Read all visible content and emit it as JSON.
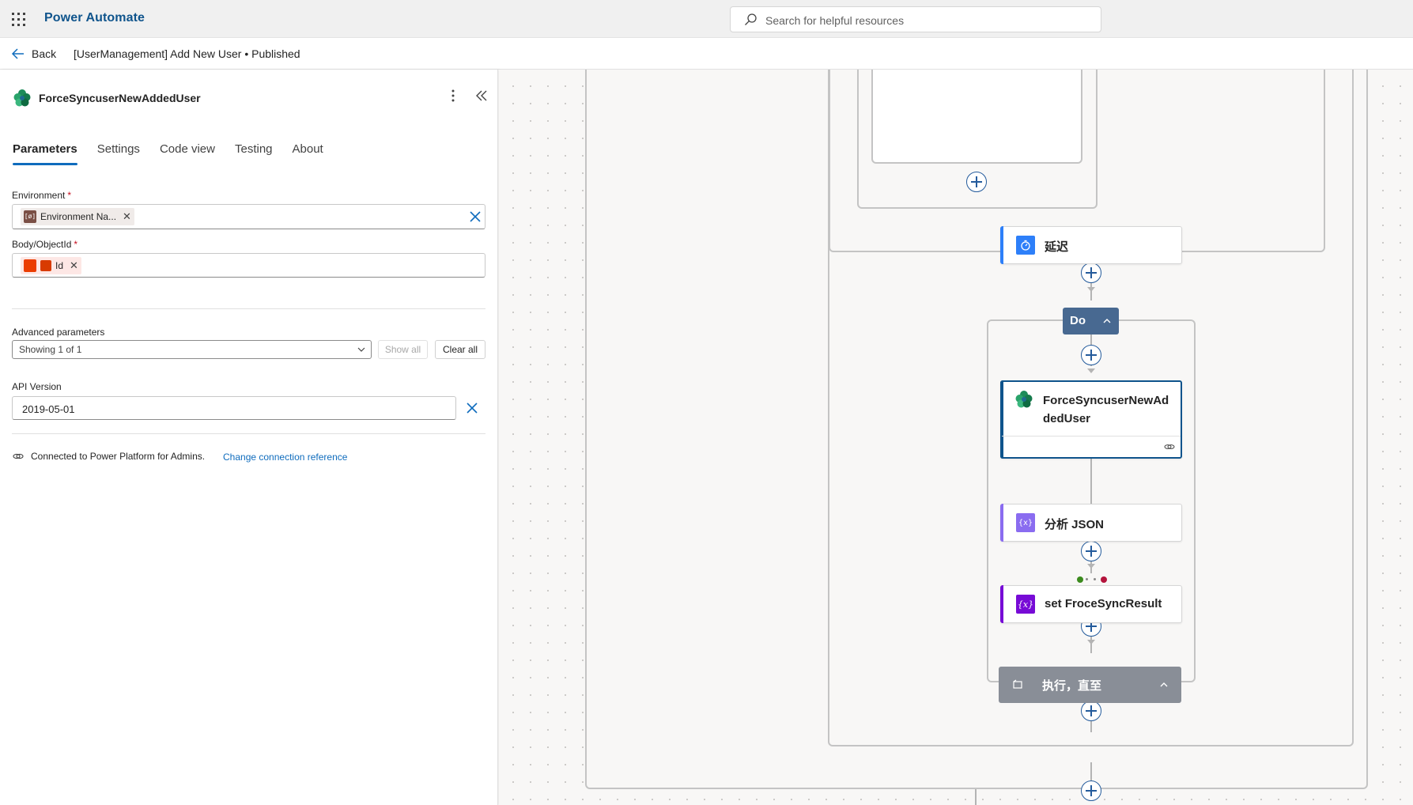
{
  "app": {
    "name": "Power Automate"
  },
  "search": {
    "placeholder": "Search for helpful resources"
  },
  "subbar": {
    "back_label": "Back",
    "flow_title": "[UserManagement] Add New User • Published"
  },
  "panel": {
    "title": "ForceSyncuserNewAddedUser",
    "tabs": [
      {
        "label": "Parameters",
        "active": true
      },
      {
        "label": "Settings"
      },
      {
        "label": "Code view"
      },
      {
        "label": "Testing"
      },
      {
        "label": "About"
      }
    ],
    "environment": {
      "label": "Environment",
      "required": "*",
      "token": "Environment Na..."
    },
    "body_objectid": {
      "label": "Body/ObjectId",
      "required": "*",
      "token": "Id"
    },
    "advanced": {
      "label": "Advanced parameters",
      "selected": "Showing 1 of 1",
      "show_all": "Show all",
      "clear_all": "Clear all"
    },
    "api_version": {
      "label": "API Version",
      "value": "2019-05-01"
    },
    "connection": {
      "text": "Connected to Power Platform for Admins.",
      "link": "Change connection reference"
    }
  },
  "canvas": {
    "delay_action": "延迟",
    "do_label": "Do",
    "selected_action_line1": "ForceSyncuserNewAd",
    "selected_action_line2": "dedUser",
    "parse_json": "分析 JSON",
    "set_variable": "set FroceSyncResult",
    "do_until": "执行，直至"
  },
  "colors": {
    "brand": "#0f548c",
    "accent": "#0f6cbd",
    "delay_bar": "#2d7ff9",
    "parse_bar": "#8a6cf0",
    "variable_bar": "#770bd6",
    "do_header": "#486991",
    "until_header": "#898e97"
  }
}
